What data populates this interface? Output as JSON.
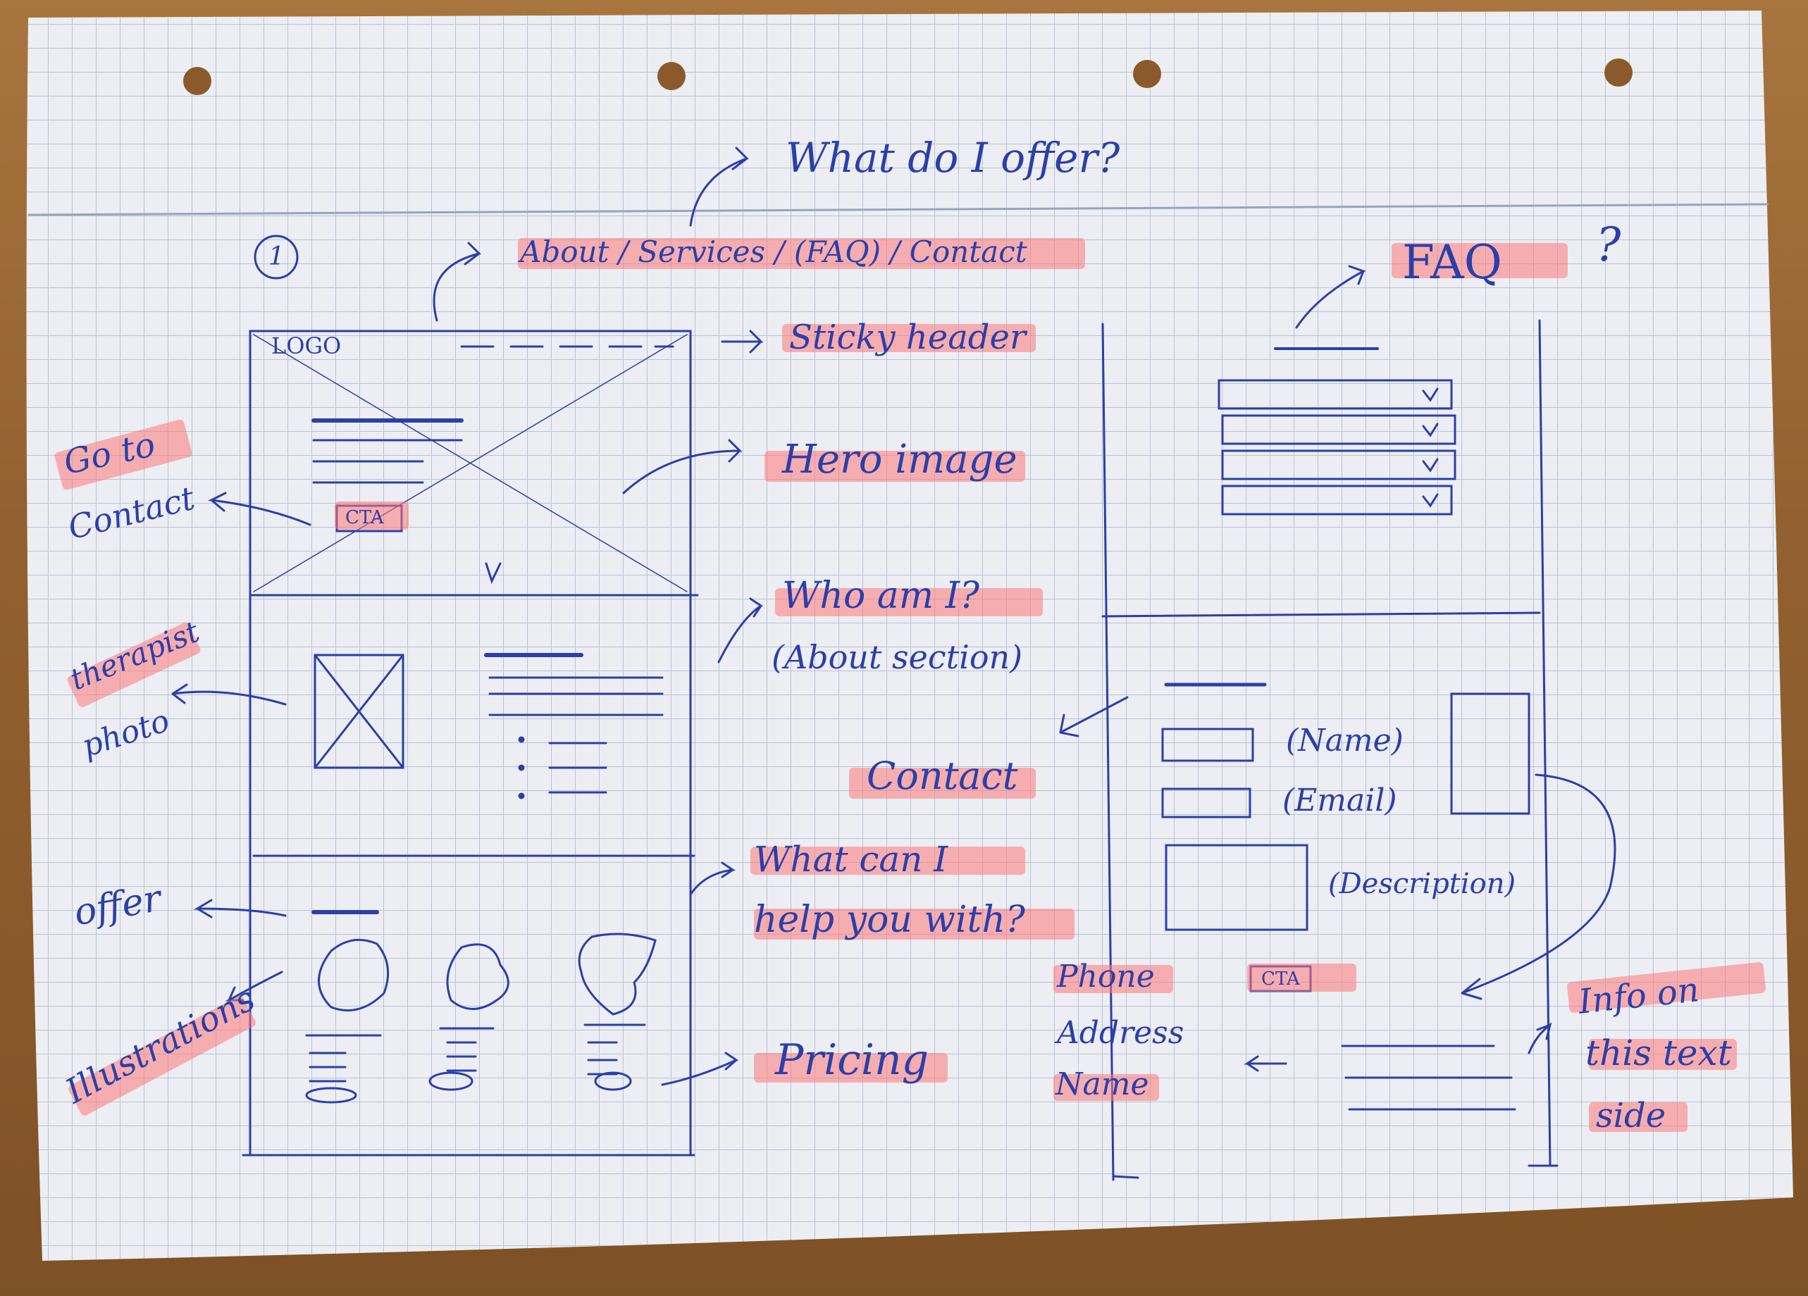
{
  "sketch": {
    "page_number": "1",
    "nav_items": "About / Services / (FAQ) / Contact",
    "nav_question": "What do I offer?",
    "logo": "LOGO",
    "sticky_header": "Sticky header",
    "hero_image": "Hero image",
    "cta_left": "CTA",
    "go_to": "Go to",
    "contact_left": "Contact",
    "who_am_i": "Who am I?",
    "about_section": "(About section)",
    "therapist": "therapist",
    "photo": "photo",
    "contact_center": "Contact",
    "offer": "offer",
    "illustrations": "Illustrations",
    "what_can_i": "What can I",
    "help_you_with": "help you with?",
    "pricing": "Pricing",
    "faq": "FAQ",
    "faq_q": "?",
    "name_field": "(Name)",
    "email_field": "(Email)",
    "description_field": "(Description)",
    "cta_right": "CTA",
    "phone": "Phone",
    "address": "Address",
    "name": "Name",
    "info_on": "Info on",
    "this_text": "this text",
    "side": "side",
    "colors": {
      "ink": "#2b3fa8",
      "highlight": "#ff7878",
      "paper": "#eceef3",
      "grid": "#b9c2d4"
    }
  }
}
